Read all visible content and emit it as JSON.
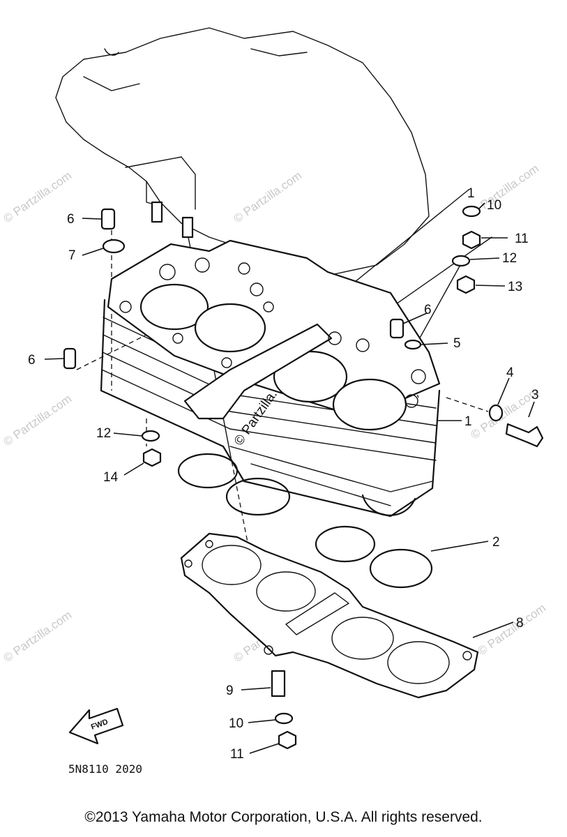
{
  "diagram": {
    "callouts": {
      "p1a": "1",
      "p1b": "1",
      "p1c": "1",
      "p2": "2",
      "p3": "3",
      "p4": "4",
      "p5": "5",
      "p6a": "6",
      "p6b": "6",
      "p6c": "6",
      "p7": "7",
      "p8": "8",
      "p9": "9",
      "p10a": "10",
      "p10b": "10",
      "p11a": "11",
      "p11b": "11",
      "p12a": "12",
      "p12b": "12",
      "p13": "13",
      "p14": "14"
    },
    "direction_arrow": "FWD",
    "diagram_code": "5N8110 2020",
    "watermark": "© Partzilla.com"
  },
  "footer": {
    "copyright": "©2013 Yamaha Motor Corporation, U.S.A. All rights reserved."
  }
}
